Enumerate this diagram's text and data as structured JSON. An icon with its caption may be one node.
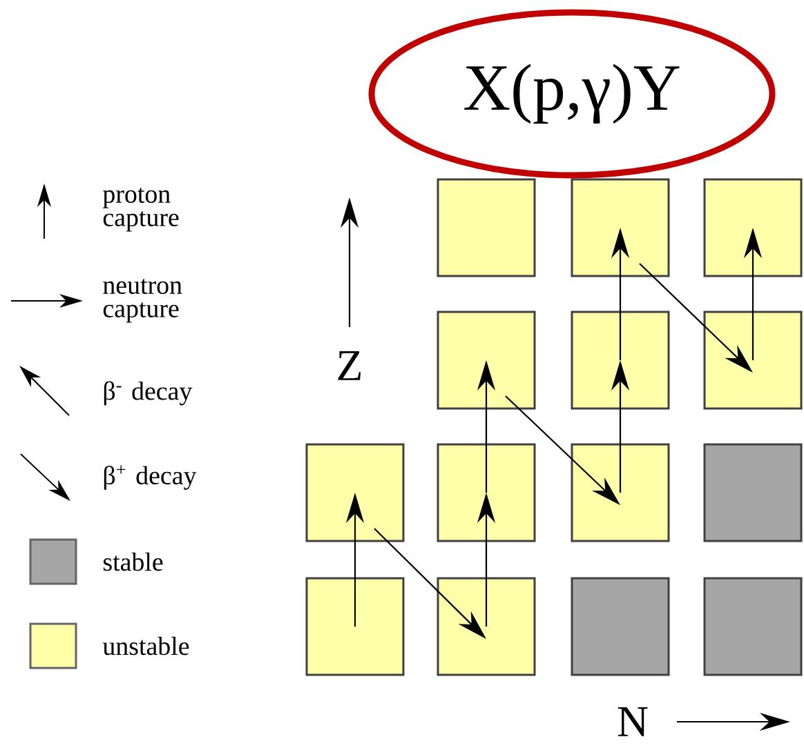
{
  "diagram": {
    "nodes": [
      {
        "text": [
          "X(p,γ)Y"
        ]
      },
      {
        "text": [],
        "shape": "box"
      },
      {
        "text": [],
        "shape": "box"
      },
      {
        "text": [],
        "shape": "box"
      },
      {
        "text": [],
        "shape": "box"
      },
      {
        "text": [],
        "shape": "box"
      },
      {
        "text": [],
        "shape": "box"
      },
      {
        "text": [],
        "shape": "box"
      },
      {
        "text": [],
        "shape": "box"
      },
      {
        "text": [],
        "shape": "box"
      },
      {
        "text": [],
        "shape": "box"
      },
      {
        "text": [],
        "shape": "box"
      },
      {
        "text": [],
        "shape": "box"
      },
      {
        "text": [],
        "shape": "box"
      },
      {
        "text": [],
        "shape": "box"
      }
    ],
    "edges": [
      {
        "from": 11,
        "to": 7,
        "arrow": "to"
      },
      {
        "from": 7,
        "to": 12,
        "arrow": "to"
      },
      {
        "from": 12,
        "to": 8,
        "arrow": "to"
      },
      {
        "from": 8,
        "to": 4,
        "arrow": "to"
      },
      {
        "from": 4,
        "to": 9,
        "arrow": "to"
      },
      {
        "from": 9,
        "to": 5,
        "arrow": "to"
      },
      {
        "from": 5,
        "to": 2,
        "arrow": "to"
      },
      {
        "from": 2,
        "to": 6,
        "arrow": "to"
      },
      {
        "from": 6,
        "to": 3,
        "arrow": "to"
      }
    ],
    "labels": [
      "Z",
      "N"
    ],
    "legend": [
      {
        "text": "proton capture"
      },
      {
        "text": "neutron capture"
      },
      {
        "text": "β$^{-}$ decay"
      },
      {
        "text": "β$^{+}$ decay"
      },
      {
        "text": "stable",
        "color": "#a6a6a6"
      },
      {
        "text": "unstable",
        "color": "#ffffaa"
      }
    ]
  }
}
